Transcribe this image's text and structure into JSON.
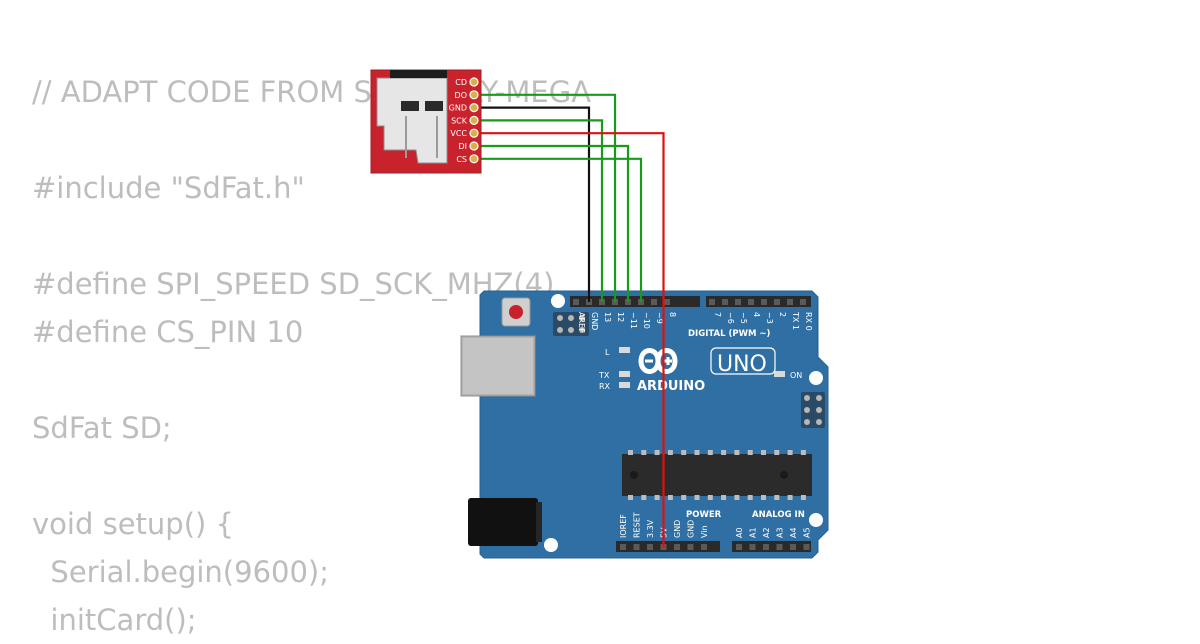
{
  "code_lines": [
    "// ADAPT CODE FROM SD-ARRAY-MEGA",
    "",
    "#include \"SdFat.h\"",
    "",
    "#define SPI_SPEED SD_SCK_MHZ(4)",
    "#define CS_PIN 10",
    "",
    "SdFat SD;",
    "",
    "void setup() {",
    "  Serial.begin(9600);",
    "  initCard();"
  ],
  "sd_module": {
    "pins": [
      "CD",
      "DO",
      "GND",
      "SCK",
      "VCC",
      "DI",
      "CS"
    ],
    "colors": {
      "board": "#c8232c",
      "socket": "#e6e6e6"
    }
  },
  "arduino": {
    "brand": "ARDUINO",
    "model": "UNO",
    "on_label": "ON",
    "led_l": "L",
    "led_tx": "TX",
    "led_rx": "RX",
    "digital_title": "DIGITAL (PWM ~)",
    "power_title": "POWER",
    "analog_title": "ANALOG IN",
    "top_pins": [
      "AREF",
      "GND",
      "13",
      "12",
      "~11",
      "~10",
      "~9",
      "8",
      "7",
      "~6",
      "~5",
      "4",
      "~3",
      "2",
      "TX 1",
      "RX 0"
    ],
    "power_pins": [
      "IOREF",
      "RESET",
      "3.3V",
      "5V",
      "GND",
      "GND",
      "Vin"
    ],
    "analog_pins": [
      "A0",
      "A1",
      "A2",
      "A3",
      "A4",
      "A5"
    ],
    "colors": {
      "board": "#2f6fa3",
      "chip": "#2b2b2b"
    }
  },
  "wires": [
    {
      "from": "DO",
      "to": "12",
      "color": "#179c1a"
    },
    {
      "from": "GND",
      "to": "GND",
      "color": "#111111"
    },
    {
      "from": "SCK",
      "to": "13",
      "color": "#179c1a"
    },
    {
      "from": "VCC",
      "to": "5V",
      "color": "#e01010"
    },
    {
      "from": "DI",
      "to": "~11",
      "color": "#179c1a"
    },
    {
      "from": "CS",
      "to": "~10",
      "color": "#179c1a"
    }
  ]
}
